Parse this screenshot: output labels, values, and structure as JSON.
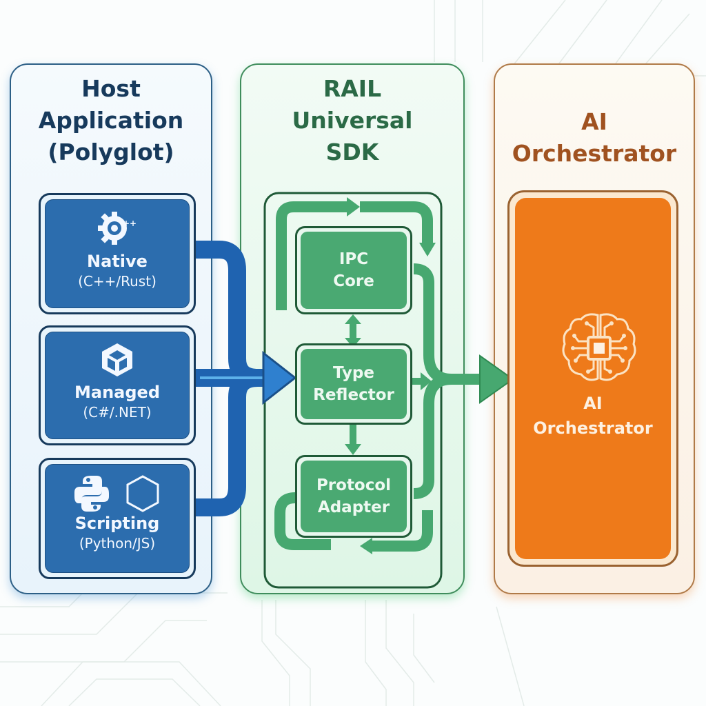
{
  "diagram": {
    "columns": [
      {
        "id": "host",
        "title_lines": [
          "Host",
          "Application",
          "(Polyglot)"
        ],
        "accent": "#2c6dae",
        "items": [
          {
            "label": "Native",
            "sublabel": "(C++/Rust)",
            "icon": "cpp-gear-icon"
          },
          {
            "label": "Managed",
            "sublabel": "(C#/.NET)",
            "icon": "cube-icon"
          },
          {
            "label": "Scripting",
            "sublabel": "(Python/JS)",
            "icon": "python-hexagon-icon"
          }
        ]
      },
      {
        "id": "sdk",
        "title_lines": [
          "RAIL",
          "Universal",
          "SDK"
        ],
        "accent": "#4aa972",
        "items": [
          {
            "label_lines": [
              "IPC",
              "Core"
            ]
          },
          {
            "label_lines": [
              "Type",
              "Reflector"
            ]
          },
          {
            "label_lines": [
              "Protocol",
              "Adapter"
            ]
          }
        ]
      },
      {
        "id": "ai",
        "title_lines": [
          "AI",
          "Orchestrator"
        ],
        "accent": "#ee7a1a",
        "items": [
          {
            "label_lines": [
              "AI",
              "Orchestrator"
            ],
            "icon": "brain-chip-icon"
          }
        ]
      }
    ],
    "flows": [
      {
        "from": "host",
        "to": "sdk.Type Reflector",
        "color": "#1f63b0"
      },
      {
        "from": "sdk",
        "to": "ai",
        "color": "#3aa565"
      }
    ]
  }
}
